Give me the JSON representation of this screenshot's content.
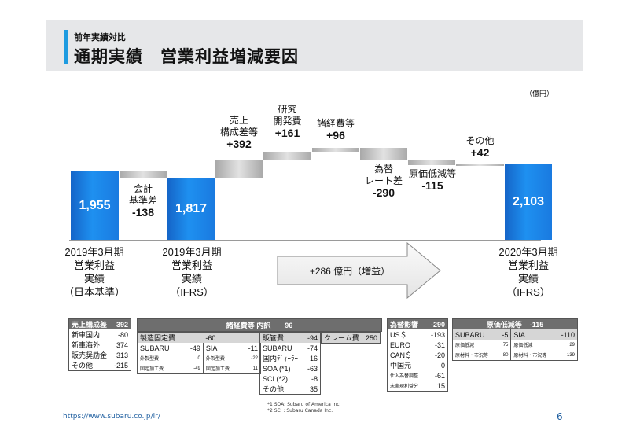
{
  "header": {
    "subtitle": "前年実績対比",
    "title": "通期実績　営業利益増減要因"
  },
  "unit": "（億円）",
  "chart_data": {
    "type": "waterfall",
    "title": "通期実績 営業利益増減要因",
    "unit": "億円",
    "categories": [
      "2019年3月期 営業利益 実績（日本基準）",
      "会計基準差",
      "2019年3月期 営業利益 実績（IFRS）",
      "売上構成差等",
      "研究開発費",
      "諸経費等",
      "為替レート差",
      "原価低減等",
      "その他",
      "2020年3月期 営業利益 実績（IFRS）"
    ],
    "values": [
      1955,
      -138,
      1817,
      392,
      161,
      96,
      -290,
      -115,
      42,
      2103
    ],
    "bar_kinds": [
      "total",
      "delta",
      "total",
      "delta",
      "delta",
      "delta",
      "delta",
      "delta",
      "delta",
      "total"
    ],
    "annotation": "+286 億円（増益）"
  },
  "bars": {
    "start": "1,955",
    "ifrs_start": "1,817",
    "end": "2,103",
    "accounting": {
      "line1": "会計",
      "line2": "基準差",
      "value": "-138"
    },
    "sales_mix": {
      "line1": "売上",
      "line2": "構成差等",
      "value": "+392"
    },
    "rd": {
      "line1": "研究",
      "line2": "開発費",
      "value": "+161"
    },
    "expenses": {
      "line1": "諸経費等",
      "value": "+96"
    },
    "fx": {
      "line1": "為替",
      "line2": "レート差",
      "value": "-290"
    },
    "cost": {
      "line1": "原価低減等",
      "value": "-115"
    },
    "other": {
      "line1": "その他",
      "value": "+42"
    }
  },
  "periods": {
    "p1": [
      "2019年3月期",
      "営業利益",
      "実績",
      "（日本基準）"
    ],
    "p2": [
      "2019年3月期",
      "営業利益",
      "実績",
      "（IFRS）"
    ],
    "p3": [
      "2020年3月期",
      "営業利益",
      "実績",
      "（IFRS）"
    ]
  },
  "arrow_text": "+286 億円（増益）",
  "sales_table": {
    "title": "売上構成差",
    "total": "392",
    "rows": [
      [
        "新車国内",
        "-80"
      ],
      [
        "新車海外",
        "374"
      ],
      [
        "販売奨励金",
        "313"
      ],
      [
        "その他",
        "-215"
      ]
    ]
  },
  "expense_table": {
    "title": "諸経費等 内訳",
    "total": "96",
    "mfg": {
      "label": "製造固定費",
      "value": "-60"
    },
    "subaru": {
      "label": "SUBARU",
      "value": "-49",
      "r1": [
        "外製型費",
        "0"
      ],
      "r2": [
        "固定加工費",
        "-49"
      ]
    },
    "sia": {
      "label": "SIA",
      "value": "-11",
      "r1": [
        "外製型費",
        "-22"
      ],
      "r2": [
        "固定加工費",
        "11"
      ]
    },
    "sga": {
      "label": "販管費",
      "value": "-94",
      "rows": [
        [
          "SUBARU",
          "-74"
        ],
        [
          "国内ﾃﾞｨｰﾗｰ",
          "16"
        ],
        [
          "SOA (*1)",
          "-63"
        ],
        [
          "SCI (*2)",
          "-8"
        ],
        [
          "その他",
          "35"
        ]
      ]
    },
    "claim": {
      "label": "クレーム費",
      "value": "250"
    }
  },
  "fx_table": {
    "title": "為替影響",
    "total": "-290",
    "rows": [
      [
        "US＄",
        "-193"
      ],
      [
        "EURO",
        "-31"
      ],
      [
        "CAN＄",
        "-20"
      ],
      [
        "中国元",
        "0"
      ],
      [
        "仕入為替調整",
        "-61"
      ],
      [
        "未実現利益分",
        "15"
      ]
    ]
  },
  "cost_table": {
    "title": "原価低減等",
    "total": "-115",
    "subaru": {
      "label": "SUBARU",
      "value": "-5",
      "r1": [
        "原価低減",
        "75"
      ],
      "r2": [
        "原材料・市況等",
        "-80"
      ]
    },
    "sia": {
      "label": "SIA",
      "value": "-110",
      "r1": [
        "原価低減",
        "29"
      ],
      "r2": [
        "原材料・市況等",
        "-139"
      ]
    }
  },
  "footnotes": [
    "*1 SOA: Subaru of America Inc.",
    "*2 SCI : Subaru Canada Inc."
  ],
  "footer": {
    "url": "https://www.subaru.co.jp/ir/",
    "page": "6"
  }
}
